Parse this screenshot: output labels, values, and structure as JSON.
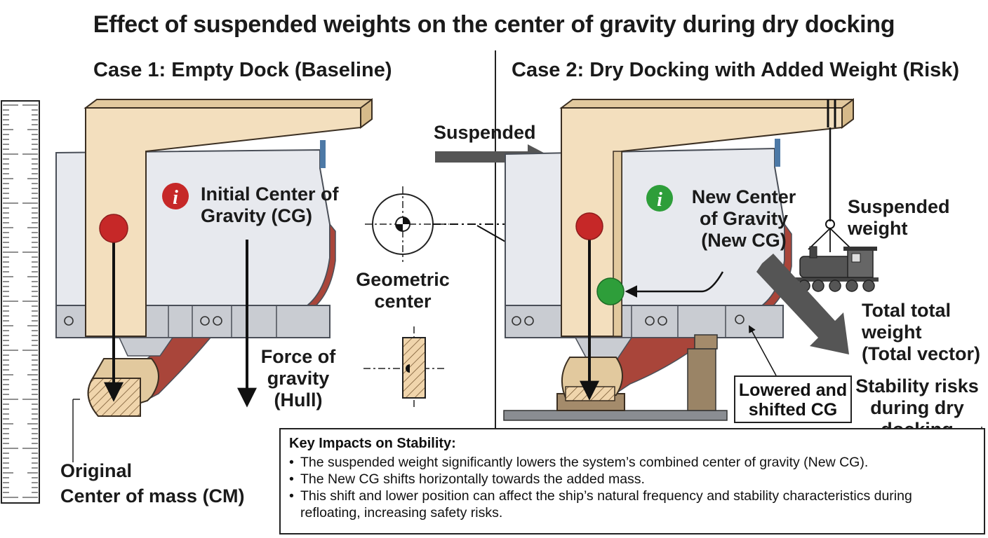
{
  "title": "Effect of suspended weights on the center of gravity during dry docking",
  "case1": {
    "heading": "Case 1: Empty Dock (Baseline)",
    "initial_cg": [
      "Initial Center of",
      "Gravity (CG)"
    ],
    "force": [
      "Force of",
      "gravity",
      "(Hull)"
    ],
    "original_cm": [
      "Original",
      "Center of mass (CM)"
    ]
  },
  "middle": {
    "suspended": "Suspended",
    "geometric": [
      "Geometric",
      "center"
    ]
  },
  "case2": {
    "heading": "Case 2: Dry Docking with Added Weight (Risk)",
    "new_cg": [
      "New Center",
      "of Gravity",
      "(New CG)"
    ],
    "suspended_weight": [
      "Suspended",
      "weight"
    ],
    "total": [
      "Total total",
      "weight",
      "(Total vector)"
    ],
    "lowered": [
      "Lowered and",
      "shifted CG"
    ],
    "stability": [
      "Stability risks",
      "during dry",
      "docking"
    ]
  },
  "key": {
    "title": "Key Impacts on Stability:",
    "items": [
      "The suspended weight significantly lowers the system’s combined center of gravity (New CG).",
      "The New CG shifts horizontally towards the added mass.",
      "This shift and lower position can affect the ship’s natural frequency and stability characteristics during refloating, increasing safety risks."
    ]
  },
  "colors": {
    "info_red": "#c62828",
    "info_green": "#2e9e3a",
    "original_cg": "#c62828",
    "new_cg": "#2e9e3a",
    "structure": "#f3dfbe",
    "hull": "#e6e8ec",
    "hull_red": "#a9453a"
  },
  "icons": {
    "info_red": "info-icon",
    "info_green": "info-icon",
    "geometric_symbol": "centroid-symbol",
    "locomotive": "locomotive-icon"
  }
}
